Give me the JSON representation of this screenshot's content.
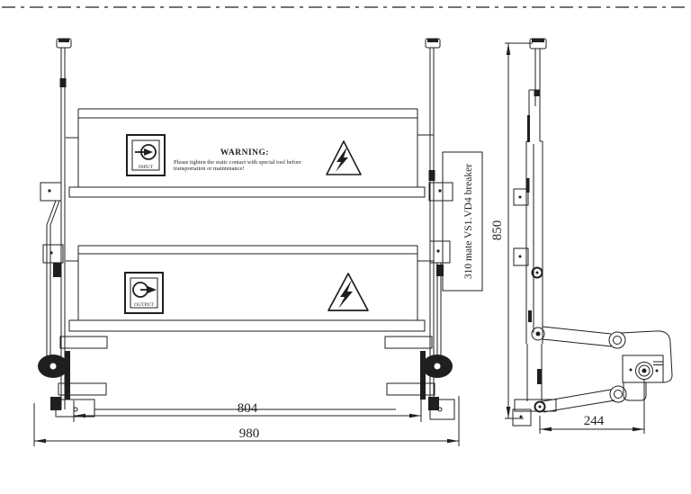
{
  "drawing": {
    "warning": {
      "title": "WARNING:",
      "line1": "Please tighten the static contact with special tool before",
      "line2": "transportation or maintenance!"
    },
    "ports": {
      "input": "INPUT",
      "output": "OUTPUT"
    },
    "note": "310 mate VS1.VD4 breaker",
    "dimensions": {
      "inner_width": "804",
      "overall_width": "980",
      "overall_height": "850",
      "depth": "244"
    },
    "colors": {
      "line": "#1f1f1f",
      "background": "#ffffff"
    }
  }
}
